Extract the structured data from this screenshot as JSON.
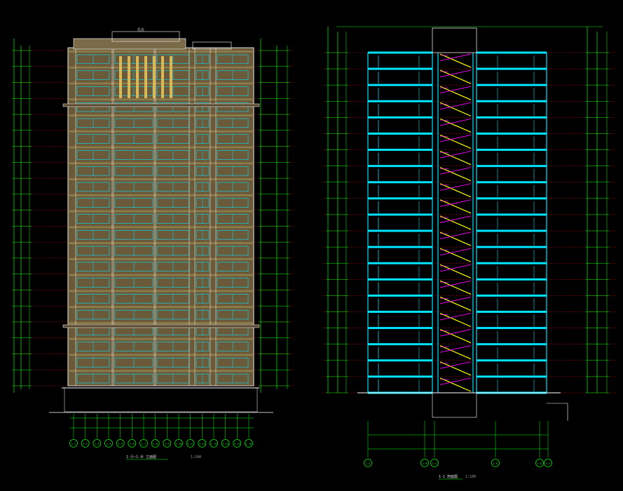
{
  "drawing": {
    "elevation_title": "1-⑨~1-⑩ 立面图",
    "elevation_scale": "1:100",
    "section_title": "1-1 剖面图",
    "section_scale": "1:100",
    "roof_label": "机房"
  },
  "colors": {
    "background": "#000000",
    "dimension": "#00ff00",
    "outline": "#ffffff",
    "cyan": "#00e5ff",
    "magenta": "#ff00ff",
    "yellow": "#ffff00",
    "facade": "#6b5a3a",
    "facade_band": "#8a7a4a",
    "level_line": "#ff0000"
  },
  "elevation": {
    "axis_labels": [
      "1-1",
      "1-2",
      "1-3",
      "1-4",
      "1-5",
      "1-6",
      "1-7",
      "1-8",
      "1-9",
      "1-10",
      "1-11",
      "1-12",
      "1-13",
      "1-14",
      "1-15",
      "1-16"
    ]
  },
  "section": {
    "axis_labels": [
      "1-A",
      "1-B",
      "1-C",
      "1-D",
      "1-E",
      "1-F"
    ]
  }
}
